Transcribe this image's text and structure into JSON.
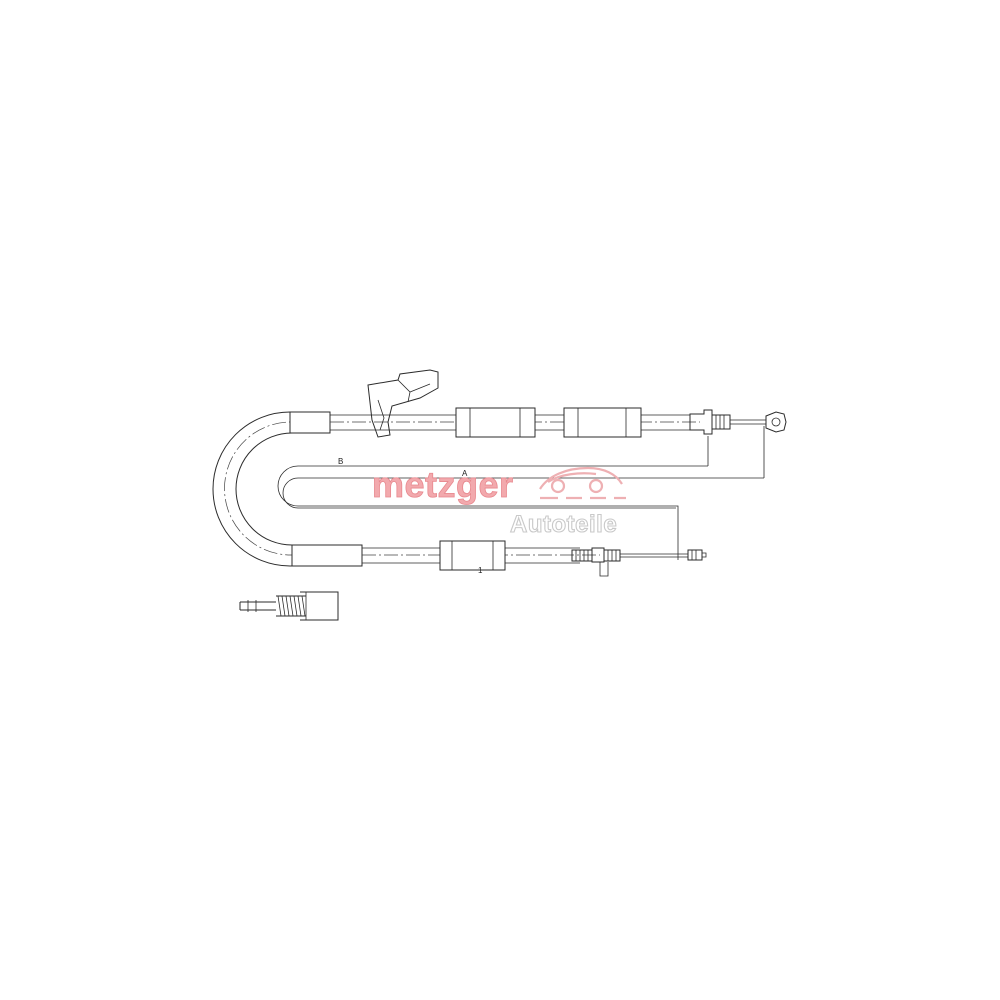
{
  "drawing": {
    "dimension_labels": {
      "b": "B",
      "a": "A",
      "one": "1"
    }
  },
  "watermark": {
    "brand": "metzger",
    "subtitle": "Autoteile",
    "accent_color": "#e8888e",
    "sub_color": "#c9c9c9"
  },
  "colors": {
    "line": "#2b2b2b",
    "background": "#ffffff"
  }
}
